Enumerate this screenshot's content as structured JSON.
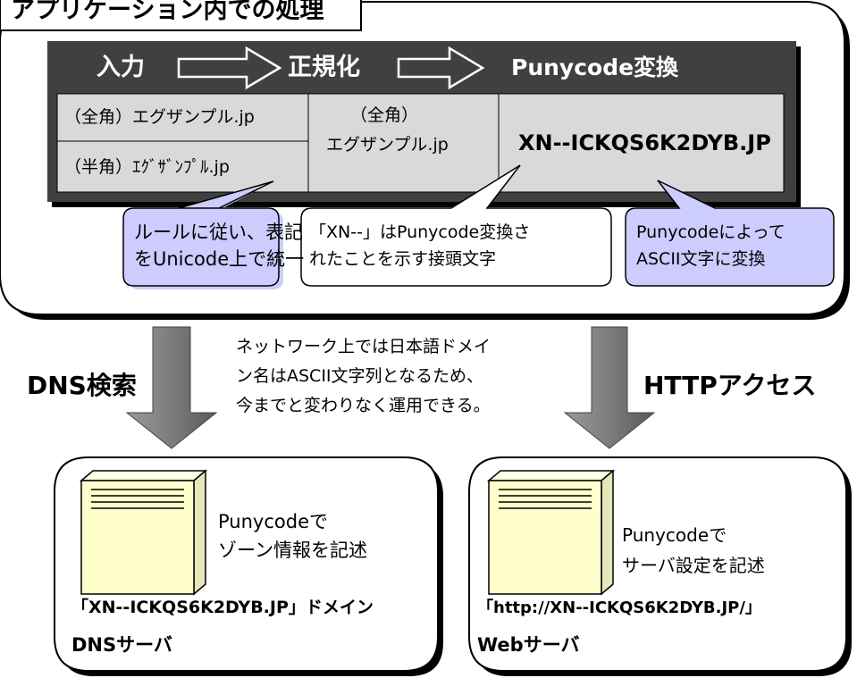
{
  "section_title": "アプリケーション内での処理",
  "header": {
    "input_label": "入力",
    "normalize_label": "正規化",
    "punycode_label": "Punycode変換"
  },
  "cells": {
    "fullwidth_input": "（全角）エグザンプル.jp",
    "halfwidth_input": "（半角）ｴｸﾞｻﾞﾝﾌﾟﾙ.jp",
    "normalized_line1": "（全角）",
    "normalized_line2": "エグザンプル.jp",
    "punycode_result": "XN--ICKQS6K2DYB.JP"
  },
  "callouts": {
    "normalize_note": [
      "ルールに従い、表記",
      "をUnicode上で統一"
    ],
    "prefix_note": [
      "「XN--」はPunycode変換さ",
      "れたことを示す接頭文字"
    ],
    "ascii_note": [
      "Punycodeによって",
      "ASCII文字に変換"
    ]
  },
  "flow": {
    "dns_lookup_label": "DNS検索",
    "http_access_label": "HTTPアクセス",
    "network_note": [
      "ネットワーク上では日本語ドメイ",
      "ン名はASCII文字列となるため、",
      "今までと変わりなく運用できる。"
    ]
  },
  "servers": {
    "dns": {
      "note": [
        "Punycodeで",
        "ゾーン情報を記述"
      ],
      "domain_line": "「XN--ICKQS6K2DYB.JP」ドメイン",
      "name": "DNSサーバ"
    },
    "web": {
      "note": [
        "Punycodeで",
        "サーバ設定を記述"
      ],
      "url_line": "「http://XN--ICKQS6K2DYB.JP/」",
      "name": "Webサーバ"
    }
  },
  "colors": {
    "header_bg": "#404040",
    "cell_bg": "#d9d9d9",
    "callout_blue": "#ccccff",
    "arrow_gray": "#808080",
    "server_fill": "#ffffcc"
  }
}
